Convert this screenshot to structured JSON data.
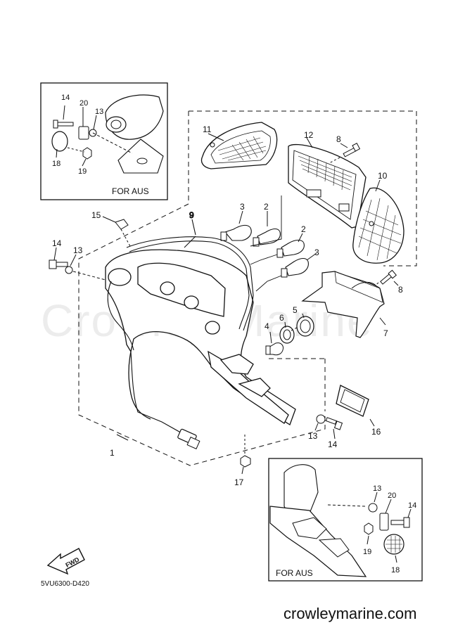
{
  "diagram": {
    "watermark": "Crowley Marine",
    "footer_site": "crowleymarine.com",
    "drawing_code": "5VU6300-D420",
    "fwd_label": "FWD",
    "inset_top": {
      "label": "FOR AUS",
      "callouts": {
        "c14": "14",
        "c20": "20",
        "c13": "13",
        "c18": "18",
        "c19": "19"
      }
    },
    "inset_bottom": {
      "label": "FOR AUS",
      "callouts": {
        "c13": "13",
        "c20": "20",
        "c14": "14",
        "c19": "19",
        "c18": "18"
      }
    },
    "callouts": {
      "c11": "11",
      "c12": "12",
      "c8a": "8",
      "c10": "10",
      "c15": "15",
      "c9": "9",
      "c3a": "3",
      "c2a": "2",
      "c14": "14",
      "c13": "13",
      "c2b": "2",
      "c3b": "3",
      "c8b": "8",
      "c5": "5",
      "c6": "6",
      "c4": "4",
      "c7": "7",
      "c16": "16",
      "c13b": "13",
      "c14b": "14",
      "c1": "1",
      "c17": "17"
    }
  }
}
